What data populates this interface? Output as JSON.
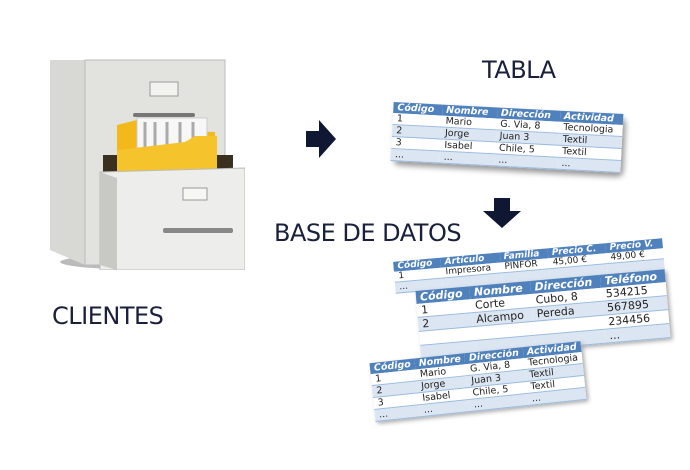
{
  "labels": {
    "clientes": "CLIENTES",
    "tabla": "TABLA",
    "base_de_datos": "BASE DE DATOS"
  },
  "colors": {
    "header_blue": "#4f81bd",
    "row_light": "#dce6f2",
    "arrow": "#0f1733",
    "folder": "#f2b81c"
  },
  "icons": [
    "filing-cabinet-icon",
    "arrow-right-icon",
    "arrow-down-icon"
  ],
  "tabla": {
    "headers": [
      "Código",
      "Nombre",
      "Dirección",
      "Actividad"
    ],
    "rows": [
      [
        "1",
        "Mario",
        "G. Via, 8",
        "Tecnologia"
      ],
      [
        "2",
        "Jorge",
        "Juan 3",
        "Textil"
      ],
      [
        "3",
        "Isabel",
        "Chile, 5",
        "Textil"
      ],
      [
        "...",
        "...",
        "...",
        "..."
      ]
    ]
  },
  "db_articulos": {
    "headers": [
      "Código",
      "Artículo",
      "Familia",
      "Precio C.",
      "Precio V."
    ],
    "rows": [
      [
        "1",
        "Impresora",
        "PINFOR",
        "45,00 €",
        "49,00 €"
      ],
      [
        "...",
        "",
        "",
        "",
        ""
      ]
    ]
  },
  "db_proveedores": {
    "headers": [
      "Código",
      "Nombre",
      "Dirección",
      "Teléfono"
    ],
    "rows": [
      [
        "1",
        "Corte",
        "Cubo, 8",
        "534215"
      ],
      [
        "2",
        "Alcampo",
        "Pereda",
        "567895"
      ],
      [
        "",
        "",
        "",
        "234456"
      ],
      [
        "",
        "",
        "",
        "..."
      ]
    ]
  },
  "db_clientes": {
    "headers": [
      "Código",
      "Nombre",
      "Dirección",
      "Actividad"
    ],
    "rows": [
      [
        "1",
        "Mario",
        "G. Via, 8",
        "Tecnologia"
      ],
      [
        "2",
        "Jorge",
        "Juan 3",
        "Textil"
      ],
      [
        "3",
        "Isabel",
        "Chile, 5",
        "Textil"
      ],
      [
        "...",
        "...",
        "...",
        "..."
      ]
    ]
  }
}
